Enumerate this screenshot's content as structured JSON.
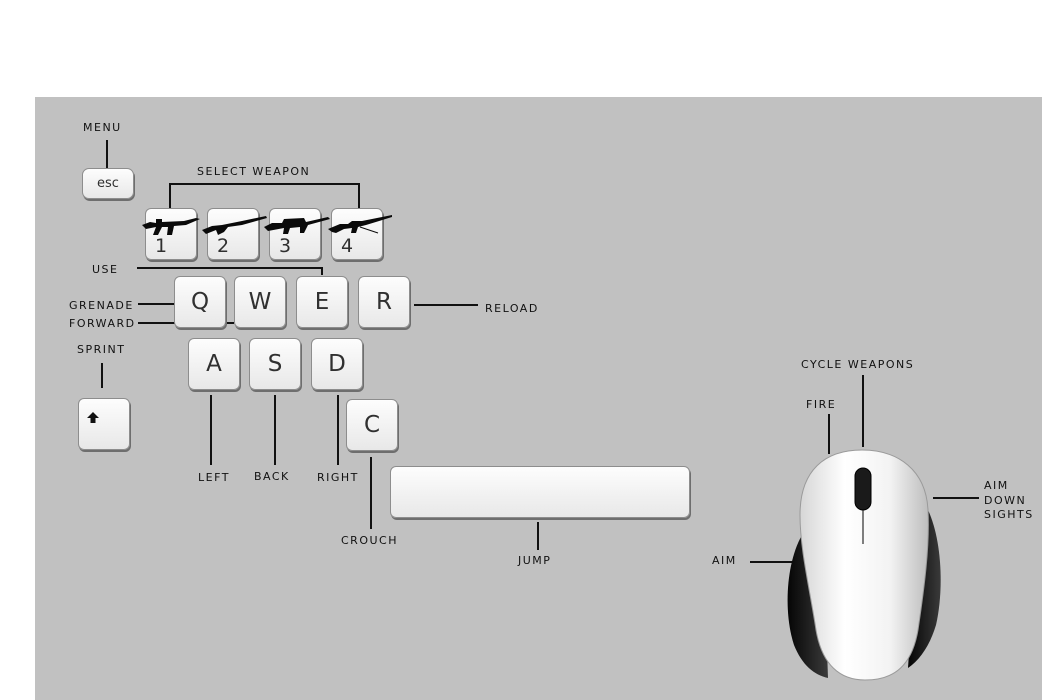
{
  "labels": {
    "menu": "MENU",
    "select_weapon": "SELECT WEAPON",
    "use": "USE",
    "grenade": "GRENADE",
    "forward": "FORWARD",
    "reload": "RELOAD",
    "sprint": "SPRINT",
    "left": "LEFT",
    "back": "BACK",
    "right": "RIGHT",
    "crouch": "CROUCH",
    "jump": "JUMP",
    "cycle_weapons": "CYCLE WEAPONS",
    "fire": "FIRE",
    "aim": "AIM",
    "aim_down_sights_1": "AIM",
    "aim_down_sights_2": "DOWN",
    "aim_down_sights_3": "SIGHTS"
  },
  "keys": {
    "esc": "esc",
    "w1": "1",
    "w2": "2",
    "w3": "3",
    "w4": "4",
    "q": "Q",
    "w": "W",
    "e": "E",
    "r": "R",
    "a": "A",
    "s": "S",
    "d": "D",
    "c": "C",
    "space": "",
    "shift": "shift-arrow-icon"
  },
  "weapons": [
    "assault-rifle-icon",
    "shotgun-icon",
    "sniper-rifle-icon",
    "smg-icon"
  ]
}
